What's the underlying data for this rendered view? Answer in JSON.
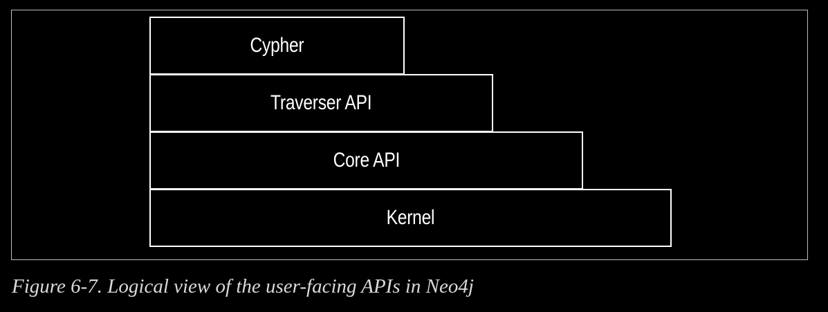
{
  "diagram": {
    "layers": [
      {
        "label": "Cypher"
      },
      {
        "label": "Traverser API"
      },
      {
        "label": "Core API"
      },
      {
        "label": "Kernel"
      }
    ]
  },
  "caption": "Figure 6-7. Logical view of the user-facing APIs in Neo4j",
  "colors": {
    "background": "#000000",
    "box_stroke": "#ffffff",
    "text": "#ffffff",
    "caption_text": "#d9d9d9"
  }
}
